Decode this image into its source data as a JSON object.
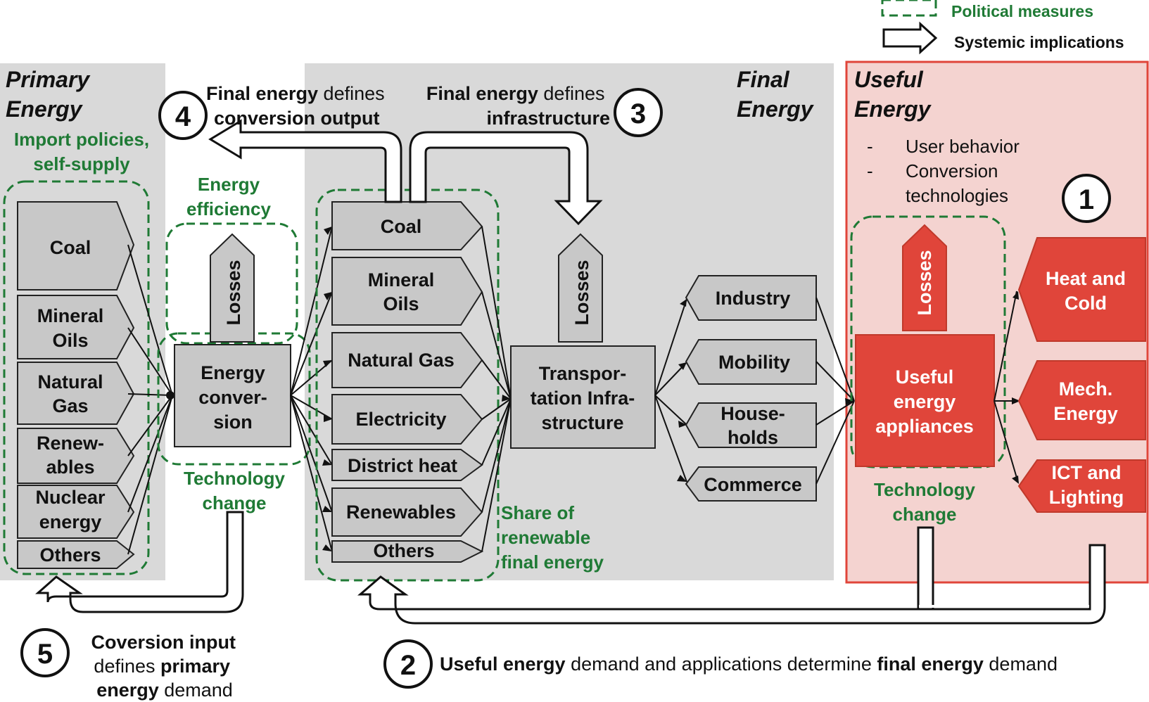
{
  "legend": {
    "political": "Political measures",
    "systemic": "Systemic implications"
  },
  "sections": {
    "primary": [
      "Primary",
      "Energy"
    ],
    "final": [
      "Final",
      "Energy"
    ],
    "useful": [
      "Useful",
      "Energy"
    ]
  },
  "primary": {
    "policy": [
      "Import policies,",
      "self-supply"
    ],
    "items": [
      [
        "Coal"
      ],
      [
        "Mineral",
        "Oils"
      ],
      [
        "Natural",
        "Gas"
      ],
      [
        "Renew-",
        "ables"
      ],
      [
        "Nuclear",
        "energy"
      ],
      [
        "Others"
      ]
    ]
  },
  "conversion": {
    "label": [
      "Energy",
      "conver-",
      "sion"
    ],
    "efficiency": [
      "Energy",
      "efficiency"
    ],
    "tech_change": [
      "Technology",
      "change"
    ],
    "losses": "Losses"
  },
  "final": {
    "items": [
      [
        "Coal"
      ],
      [
        "Mineral",
        "Oils"
      ],
      [
        "Natural Gas"
      ],
      [
        "Electricity"
      ],
      [
        "District heat"
      ],
      [
        "Renewables"
      ],
      [
        "Others"
      ]
    ],
    "share": [
      "Share of",
      "renewable",
      "final energy"
    ]
  },
  "transport": {
    "label": [
      "Transpor-",
      "tation Infra-",
      "structure"
    ],
    "losses": "Losses"
  },
  "sectors": [
    [
      "Industry"
    ],
    [
      "Mobility"
    ],
    [
      "House-",
      "holds"
    ],
    [
      "Commerce"
    ]
  ],
  "useful": {
    "bullets": [
      "User behavior",
      "Conversion",
      "technologies"
    ],
    "appliances": [
      "Useful",
      "energy",
      "appliances"
    ],
    "losses": "Losses",
    "tech_change": [
      "Technology",
      "change"
    ],
    "outputs": [
      [
        "Heat and",
        "Cold"
      ],
      [
        "Mech.",
        "Energy"
      ],
      [
        "ICT and",
        "Lighting"
      ]
    ]
  },
  "implications": {
    "one": "1",
    "two": {
      "num": "2",
      "parts": [
        "Useful energy",
        " demand and applications determine ",
        "final energy",
        " demand"
      ]
    },
    "three": {
      "num": "3",
      "line1": [
        "Final energy",
        " defines"
      ],
      "line2": "infrastructure"
    },
    "four": {
      "num": "4",
      "line1": [
        "Final energy",
        " defines"
      ],
      "line2": "conversion output"
    },
    "five": {
      "num": "5",
      "line1": "Coversion input",
      "line2": [
        "defines ",
        "primary"
      ],
      "line3": [
        "energy",
        " demand"
      ]
    }
  }
}
